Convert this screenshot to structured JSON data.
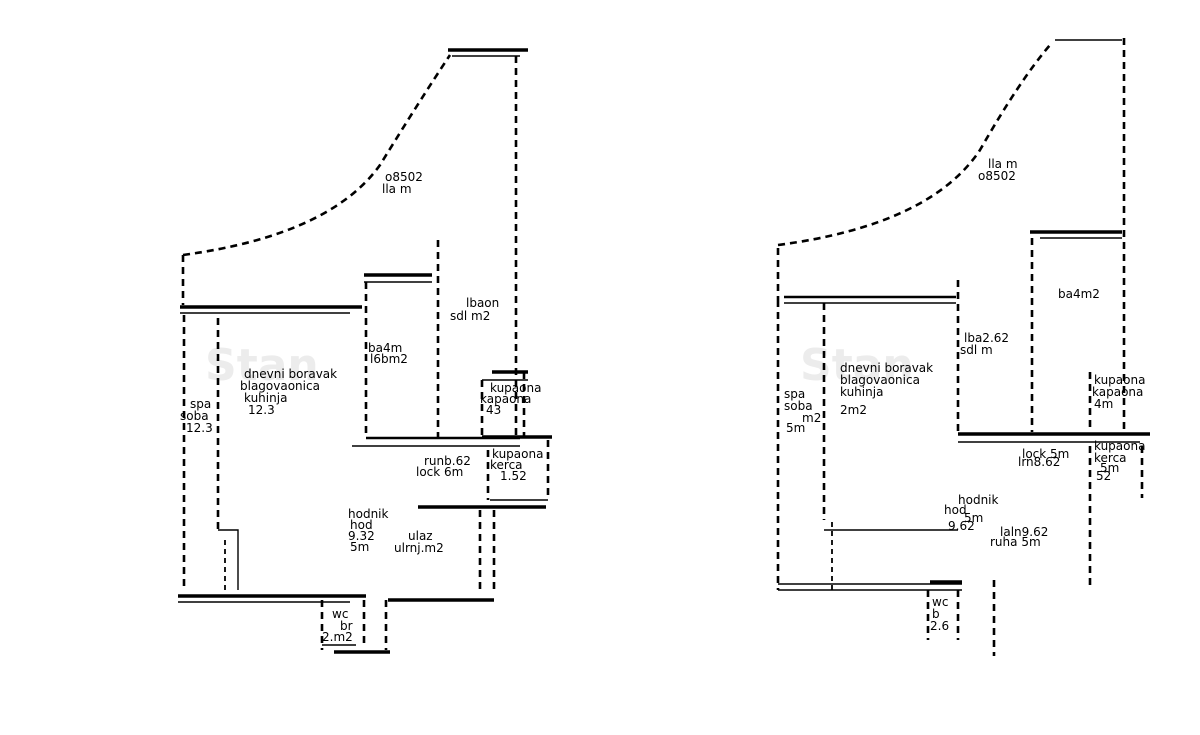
{
  "watermark": {
    "left": "Stan",
    "right": "Stan"
  },
  "left_plan": {
    "rooms": [
      {
        "id": "terrace-top",
        "lines": [
          "o8502",
          "lla m"
        ]
      },
      {
        "id": "balcony-right",
        "lines": [
          "lbaon",
          "sdl m2"
        ]
      },
      {
        "id": "storage",
        "lines": [
          "ba4m",
          "l6bm2"
        ]
      },
      {
        "id": "living",
        "lines": [
          "dnevni boravak",
          "blagovaonica",
          "kuhinja",
          "12.3"
        ]
      },
      {
        "id": "bedroom-left",
        "lines": [
          "spa",
          "soba",
          "12.3"
        ]
      },
      {
        "id": "bathroom-small",
        "lines": [
          "kupaona",
          "kapaona",
          "43"
        ]
      },
      {
        "id": "wc-small",
        "lines": [
          "kupaona",
          "kerca",
          "1.52"
        ]
      },
      {
        "id": "hall",
        "lines": [
          "hodnik",
          "hod",
          "9.32",
          "5m"
        ]
      },
      {
        "id": "kitchen-lower",
        "lines": [
          "lock 6m",
          "runb.62"
        ]
      },
      {
        "id": "entry",
        "lines": [
          "ulaz",
          "ulrnj.m2"
        ]
      },
      {
        "id": "wc-bottom",
        "lines": [
          "wc",
          "br",
          "2.m2"
        ]
      }
    ]
  },
  "right_plan": {
    "rooms": [
      {
        "id": "terrace-top",
        "lines": [
          "lla m",
          "o8502"
        ]
      },
      {
        "id": "room-right",
        "lines": [
          "ba4m2"
        ]
      },
      {
        "id": "storage",
        "lines": [
          "lba2.62",
          "sdl m"
        ]
      },
      {
        "id": "living",
        "lines": [
          "dnevni boravak",
          "blagovaonica",
          "kuhinja",
          "2m2"
        ]
      },
      {
        "id": "bedroom-left",
        "lines": [
          "spa",
          "soba",
          "m2",
          "5m"
        ]
      },
      {
        "id": "bathroom",
        "lines": [
          "kupaona",
          "kapaona",
          "4m"
        ]
      },
      {
        "id": "wc",
        "lines": [
          "kupaona",
          "kerca",
          "5m",
          "52"
        ]
      },
      {
        "id": "kitchen-lower",
        "lines": [
          "lock 5m",
          "lrn8.62"
        ]
      },
      {
        "id": "hall",
        "lines": [
          "hodnik",
          "hod",
          "9.62",
          "5m"
        ]
      },
      {
        "id": "entry",
        "lines": [
          "laln9.62",
          "ruha 5m"
        ]
      },
      {
        "id": "wc-bottom",
        "lines": [
          "wc",
          "b",
          "2.6"
        ]
      }
    ]
  }
}
